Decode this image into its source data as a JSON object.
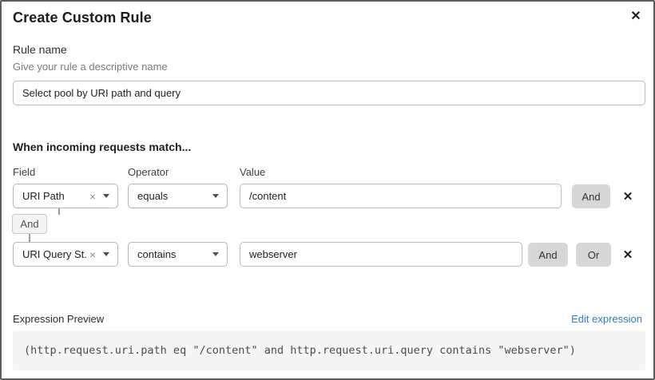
{
  "dialog": {
    "title": "Create Custom Rule",
    "close_icon": "✕"
  },
  "rule_name": {
    "label": "Rule name",
    "helper": "Give your rule a descriptive name",
    "value": "Select pool by URI path and query"
  },
  "matcher": {
    "heading": "When incoming requests match...",
    "columns": {
      "field": "Field",
      "operator": "Operator",
      "value": "Value"
    },
    "connector_label": "And",
    "rows": [
      {
        "field": "URI Path",
        "operator": "equals",
        "value": "/content",
        "buttons": [
          "And"
        ],
        "delete_icon": "✕"
      },
      {
        "field": "URI Query St...",
        "operator": "contains",
        "value": "webserver",
        "buttons": [
          "And",
          "Or"
        ],
        "delete_icon": "✕"
      }
    ]
  },
  "expression": {
    "label": "Expression Preview",
    "edit_link": "Edit expression",
    "code": "(http.request.uri.path eq \"/content\" and http.request.uri.query contains \"webserver\")"
  },
  "colors": {
    "link_blue": "#2d7cbe",
    "logic_button_gray": "#d7d7d7",
    "dialog_border": "#5c5c5c"
  }
}
